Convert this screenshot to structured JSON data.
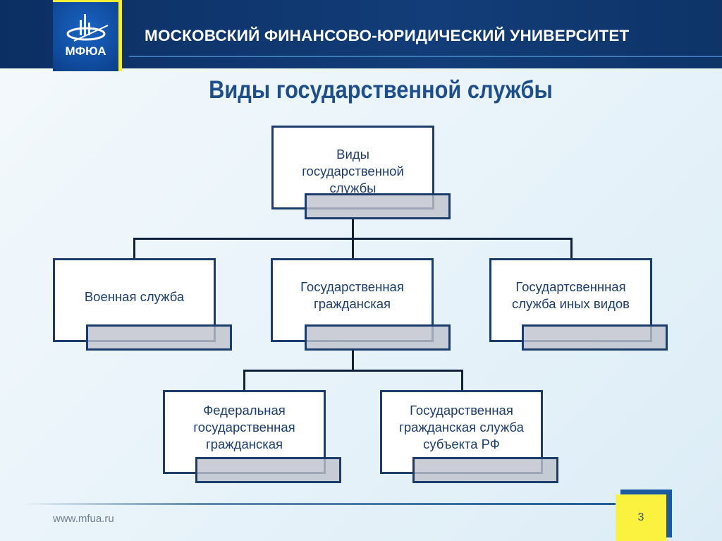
{
  "header": {
    "logo_text": "МФЮА",
    "university": "МОСКОВСКИЙ ФИНАНСОВО-ЮРИДИЧЕСКИЙ УНИВЕРСИТЕТ"
  },
  "title": "Виды государственной службы",
  "diagram": {
    "root": "Виды\nгосударственной\nслужбы",
    "level1": [
      "Военная служба",
      "Государственная\nгражданская",
      "Государтсвеннная\nслужба иных видов"
    ],
    "level2": [
      "Федеральная\nгосударственная\nгражданская",
      "Государственная\nгражданская служба\nсубъекта РФ"
    ]
  },
  "footer": {
    "url": "www.mfua.ru",
    "page": "3"
  }
}
